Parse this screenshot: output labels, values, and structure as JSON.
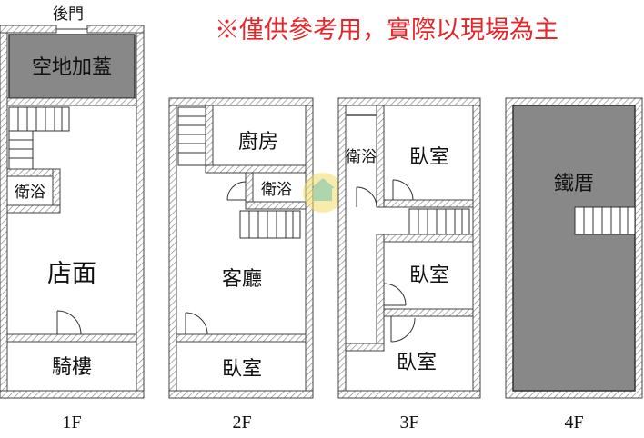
{
  "notice": {
    "text": "※僅供參考用，實際以現場為主",
    "color": "#e8262a"
  },
  "colors": {
    "wall": "#555555",
    "hatch": "#9a9a9a",
    "gray_fill": "#888888",
    "line": "#333333"
  },
  "floors": [
    {
      "label": "1F",
      "rooms": {
        "back_door": "後門",
        "extension": "空地加蓋",
        "bath": "衛浴",
        "shop": "店面",
        "arcade": "騎樓"
      }
    },
    {
      "label": "2F",
      "rooms": {
        "kitchen": "廚房",
        "bath": "衛浴",
        "living": "客廳",
        "bedroom": "臥室"
      }
    },
    {
      "label": "3F",
      "rooms": {
        "bath": "衛浴",
        "bedroom_1": "臥室",
        "bedroom_2": "臥室",
        "bedroom_3": "臥室"
      }
    },
    {
      "label": "4F",
      "rooms": {
        "iron_roof": "鐵厝"
      }
    }
  ]
}
